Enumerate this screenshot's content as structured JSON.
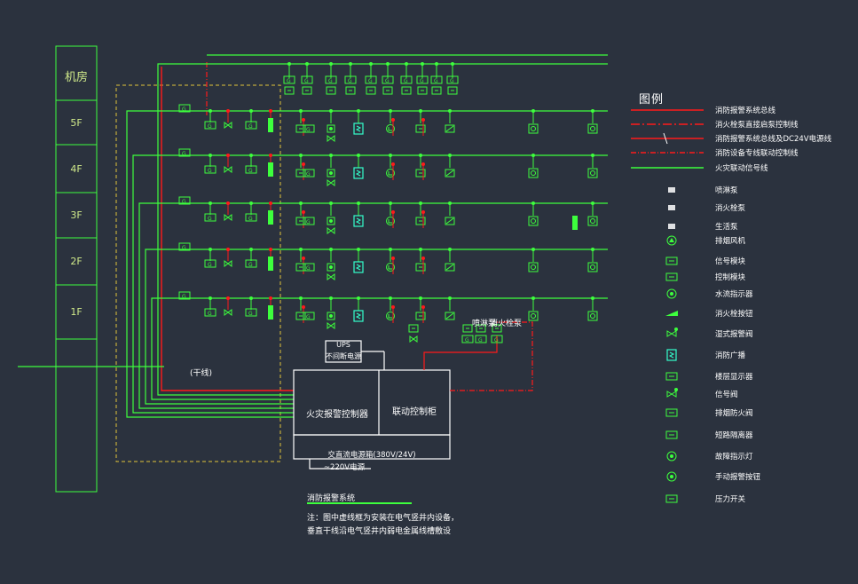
{
  "floors": [
    "机房",
    "5F",
    "4F",
    "3F",
    "2F",
    "1F"
  ],
  "legend": {
    "title": "图例",
    "lines": [
      {
        "label": "消防报警系统总线",
        "color": "#ff1a1a"
      },
      {
        "label": "消火栓泵直接启泵控制线",
        "color": "#ff1a1a"
      },
      {
        "label": "消防报警系统总线及DC24V电源线",
        "color": "#ff1a1a"
      },
      {
        "label": "消防设备专线联动控制线",
        "color": "#ff1a1a"
      },
      {
        "label": "火灾联动信号线",
        "color": "#3dff3d"
      }
    ],
    "symbols": [
      {
        "label": "喷淋泵",
        "icon": "pump-text-icon"
      },
      {
        "label": "消火栓泵",
        "icon": "pump-text-icon"
      },
      {
        "label": "生活泵",
        "icon": "pump-text-icon"
      },
      {
        "label": "排烟风机",
        "icon": "fan-icon"
      },
      {
        "label": "信号模块",
        "icon": "signal-module-icon"
      },
      {
        "label": "控制模块",
        "icon": "control-module-icon"
      },
      {
        "label": "水流指示器",
        "icon": "water-flow-icon"
      },
      {
        "label": "消火栓按钮",
        "icon": "hydrant-button-icon"
      },
      {
        "label": "湿式报警阀",
        "icon": "alarm-valve-icon"
      },
      {
        "label": "消防广播",
        "icon": "broadcast-icon"
      },
      {
        "label": "楼层显示器",
        "icon": "floor-display-icon"
      },
      {
        "label": "信号阀",
        "icon": "signal-valve-icon"
      },
      {
        "label": "排烟防火阀",
        "icon": "smoke-damper-icon"
      },
      {
        "label": "短路隔离器",
        "icon": "isolator-icon"
      },
      {
        "label": "故障指示灯",
        "icon": "fault-lamp-icon"
      },
      {
        "label": "手动报警按钮",
        "icon": "manual-alarm-icon"
      },
      {
        "label": "压力开关",
        "icon": "pressure-switch-icon"
      }
    ]
  },
  "equipment": {
    "main_controller": "火灾报警控制器",
    "linkage_panel": "联动控制柜",
    "ups": "UPS",
    "ups_power": "不间断电源",
    "power_box": "交直流电源箱(380V/24V)",
    "ac_power": "~220V电源",
    "trunk_note": "(干线)",
    "sprinkler_pump": "喷淋泵",
    "hydrant_pump": "消火栓泵"
  },
  "labels": {
    "water_flow": "",
    "pipe_label": "",
    "pump_label": "",
    "cable_spec_top": "",
    "cable_spec_right": "",
    "cable_spec_1f": "",
    "cable_spec_left_a": "",
    "cable_spec_left_b": "",
    "cable_spec_mid": "",
    "cable_spec_red": "",
    "remote_pump": "",
    "hydrant_link": "",
    "box_label": "",
    "floor_display_1": "",
    "floor_display_2": ""
  },
  "title": "消防报警系统",
  "notes": [
    "注：图中虚线框为安装在电气竖井内设备，",
    "垂直干线沿电气竖井内弱电金属线槽敷设"
  ],
  "colors": {
    "background": "#2b323e",
    "bus": "#3dff3d",
    "control": "#ff1a1a",
    "frame": "#ffffff",
    "dashed": "#e0c43a",
    "device": "#33ffcc"
  }
}
